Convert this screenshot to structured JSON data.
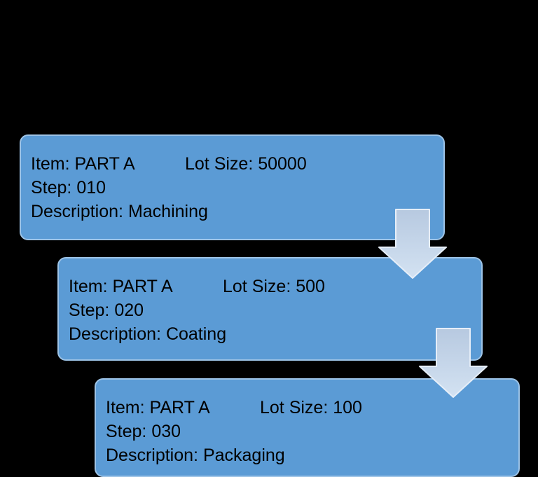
{
  "colors": {
    "background": "#000000",
    "box-fill": "#5b9bd5",
    "box-border": "#9dc3e6",
    "text-color": "#000000",
    "arrow-fill-top": "#b7c9e0",
    "arrow-fill-bottom": "#d3e2f2",
    "arrow-border": "#e6eef8"
  },
  "icons": {
    "connector": "down-block-arrow-icon"
  },
  "boxes": [
    {
      "item": "Item: PART A",
      "lot_size": "Lot Size: 50000",
      "step": "Step: 010",
      "description": "Description: Machining"
    },
    {
      "item": "Item: PART A",
      "lot_size": "Lot Size: 500",
      "step": "Step: 020",
      "description": "Description: Coating"
    },
    {
      "item": "Item: PART A",
      "lot_size": "Lot Size: 100",
      "step": "Step: 030",
      "description": "Description: Packaging"
    }
  ]
}
